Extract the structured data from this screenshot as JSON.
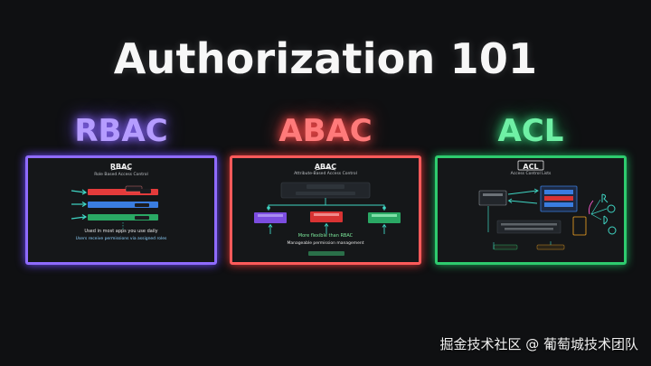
{
  "title": "Authorization 101",
  "sections": [
    {
      "heading": "RBAC",
      "mini": {
        "title": "RBAC",
        "subtitle": "Role Based Access Control",
        "footer": "Used in most apps you use daily",
        "footnote": "Users receive permissions via assigned roles"
      }
    },
    {
      "heading": "ABAC",
      "mini": {
        "title": "ABAC",
        "subtitle": "Attribute-Based Access Control",
        "footer": "More flexible than RBAC",
        "footnote": "Manageable permission management"
      }
    },
    {
      "heading": "ACL",
      "mini": {
        "title": "ACL",
        "subtitle": "Access Control Lists"
      }
    }
  ],
  "watermark": "掘金技术社区 @ 葡萄城技术团队",
  "colors": {
    "rbac": "#8f6bff",
    "abac": "#ff5a5a",
    "acl": "#2ecb6e"
  }
}
